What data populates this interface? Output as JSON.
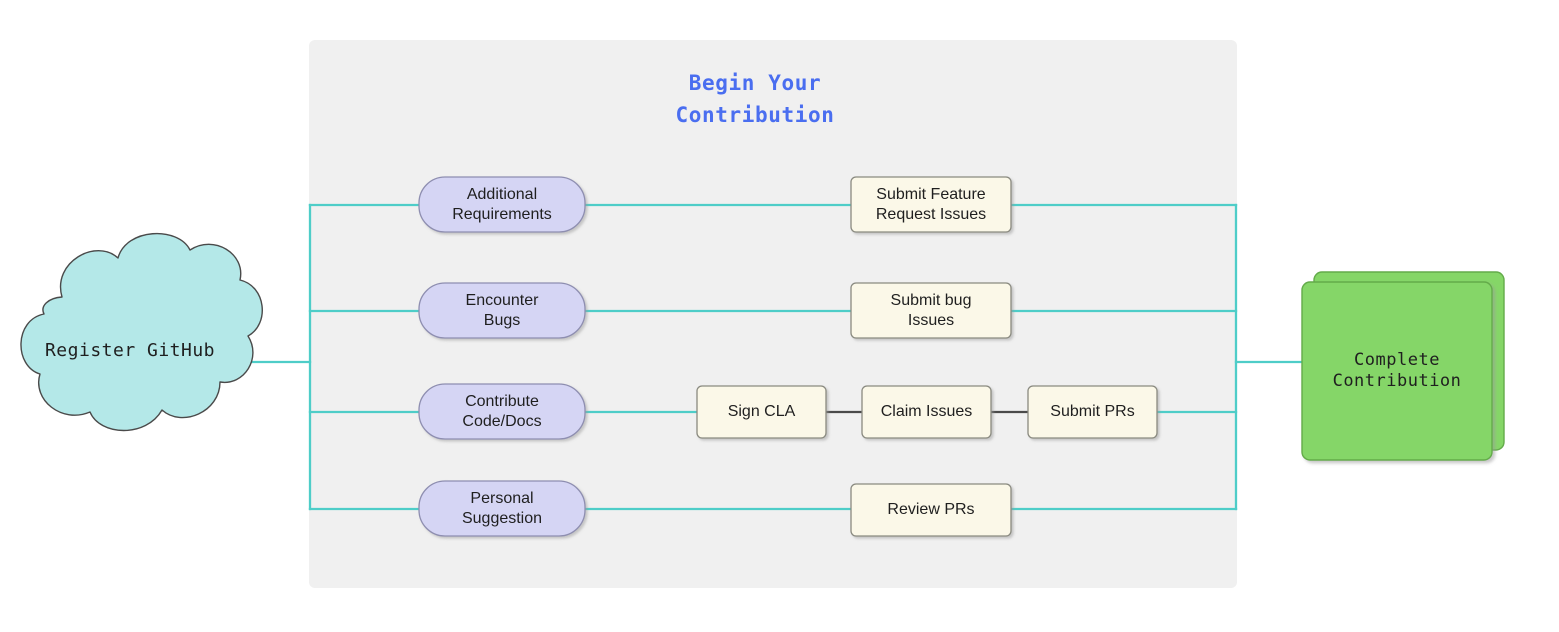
{
  "diagram": {
    "type": "flowchart",
    "title": "Begin Your\nContribution",
    "title_color": "#4a6ef0",
    "panel": {
      "label": "begin-your-contribution-panel",
      "fill": "#f0f0f0"
    },
    "palette": {
      "cloud_fill": "#b4e8e8",
      "cloud_stroke": "#4a4a4a",
      "purple_fill": "#d5d5f4",
      "purple_stroke": "#8e8eb0",
      "cream_fill": "#fbf8e8",
      "cream_stroke": "#8a8a80",
      "green_fill": "#85d667",
      "green_stroke": "#63ab4a",
      "teal_edge": "#4ecdc8",
      "gray_edge": "#4a4a4a"
    },
    "start_node": {
      "label": "Register GitHub",
      "shape": "cloud",
      "color": "#b4e8e8"
    },
    "branches": [
      {
        "trigger": "Additional\nRequirements",
        "action": "Submit Feature\nRequest Issues"
      },
      {
        "trigger": "Encounter\nBugs",
        "action": "Submit bug\nIssues"
      },
      {
        "trigger": "Contribute\nCode/Docs",
        "action": "Sign CLA"
      },
      {
        "trigger": "Personal\nSuggestion",
        "action": "Review PRs"
      }
    ],
    "code_path_steps": [
      "Sign CLA",
      "Claim Issues",
      "Submit PRs"
    ],
    "end_node": {
      "label": "Complete\nContribution",
      "shape": "stacked-rectangle",
      "color": "#85d667"
    }
  }
}
